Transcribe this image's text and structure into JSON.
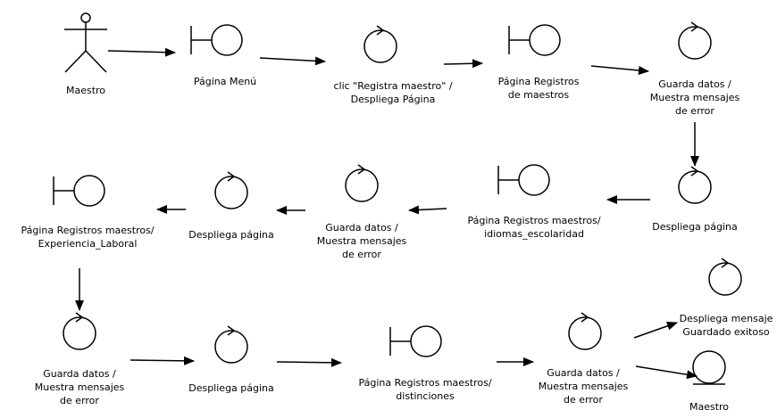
{
  "colors": {
    "stroke": "#000000",
    "background": "#ffffff"
  },
  "nodes": [
    {
      "id": "n1",
      "kind": "actor",
      "lines": [
        "Maestro"
      ]
    },
    {
      "id": "n2",
      "kind": "boundary",
      "lines": [
        "Página Menú"
      ]
    },
    {
      "id": "n3",
      "kind": "control",
      "lines": [
        "clic \"Registra maestro\" /",
        "Despliega Página"
      ]
    },
    {
      "id": "n4",
      "kind": "boundary",
      "lines": [
        "Página Registros",
        "de maestros"
      ]
    },
    {
      "id": "n5",
      "kind": "control",
      "lines": [
        "Guarda datos /",
        "Muestra mensajes",
        "de error"
      ]
    },
    {
      "id": "n6",
      "kind": "control",
      "lines": [
        "Despliega página"
      ]
    },
    {
      "id": "n7",
      "kind": "boundary",
      "lines": [
        "Página Registros maestros/",
        "idiomas_escolaridad"
      ]
    },
    {
      "id": "n8",
      "kind": "control",
      "lines": [
        "Guarda datos /",
        "Muestra mensajes",
        "de error"
      ]
    },
    {
      "id": "n9",
      "kind": "control",
      "lines": [
        "Despliega página"
      ]
    },
    {
      "id": "n10",
      "kind": "boundary",
      "lines": [
        "Página Registros maestros/",
        "Experiencia_Laboral"
      ]
    },
    {
      "id": "n11",
      "kind": "control",
      "lines": [
        "Guarda datos /",
        "Muestra mensajes",
        "de error"
      ]
    },
    {
      "id": "n12",
      "kind": "control",
      "lines": [
        "Despliega página"
      ]
    },
    {
      "id": "n13",
      "kind": "boundary",
      "lines": [
        "Página Registros maestros/",
        "distinciones"
      ]
    },
    {
      "id": "n14",
      "kind": "control",
      "lines": [
        "Guarda datos /",
        "Muestra mensajes",
        "de error"
      ]
    },
    {
      "id": "n15",
      "kind": "control",
      "lines": [
        "Despliega mensaje",
        "Guardado exitoso"
      ]
    },
    {
      "id": "n16",
      "kind": "entity",
      "lines": [
        "Maestro"
      ]
    }
  ],
  "edges": [
    {
      "from": "n1",
      "to": "n2"
    },
    {
      "from": "n2",
      "to": "n3"
    },
    {
      "from": "n3",
      "to": "n4"
    },
    {
      "from": "n4",
      "to": "n5"
    },
    {
      "from": "n5",
      "to": "n6"
    },
    {
      "from": "n6",
      "to": "n7"
    },
    {
      "from": "n7",
      "to": "n8"
    },
    {
      "from": "n8",
      "to": "n9"
    },
    {
      "from": "n9",
      "to": "n10"
    },
    {
      "from": "n10",
      "to": "n11"
    },
    {
      "from": "n11",
      "to": "n12"
    },
    {
      "from": "n12",
      "to": "n13"
    },
    {
      "from": "n13",
      "to": "n14"
    },
    {
      "from": "n14",
      "to": "n15"
    },
    {
      "from": "n14",
      "to": "n16"
    }
  ]
}
